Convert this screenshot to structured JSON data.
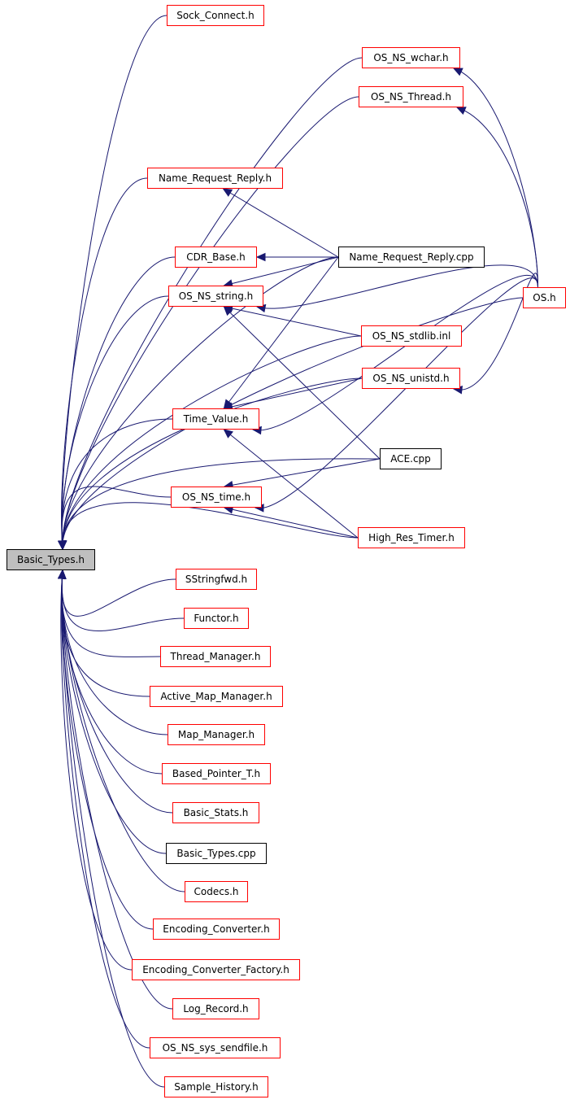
{
  "nodes": [
    {
      "id": "basic_types_h",
      "label": "Basic_Types.h",
      "style": "root"
    },
    {
      "id": "sock_connect_h",
      "label": "Sock_Connect.h",
      "style": "red"
    },
    {
      "id": "os_ns_wchar_h",
      "label": "OS_NS_wchar.h",
      "style": "red"
    },
    {
      "id": "os_ns_thread_h",
      "label": "OS_NS_Thread.h",
      "style": "red"
    },
    {
      "id": "name_request_reply_h",
      "label": "Name_Request_Reply.h",
      "style": "red"
    },
    {
      "id": "cdr_base_h",
      "label": "CDR_Base.h",
      "style": "red"
    },
    {
      "id": "name_request_reply_cpp",
      "label": "Name_Request_Reply.cpp",
      "style": "black"
    },
    {
      "id": "os_ns_string_h",
      "label": "OS_NS_string.h",
      "style": "red"
    },
    {
      "id": "os_h",
      "label": "OS.h",
      "style": "red"
    },
    {
      "id": "os_ns_stdlib_inl",
      "label": "OS_NS_stdlib.inl",
      "style": "red"
    },
    {
      "id": "os_ns_unistd_h",
      "label": "OS_NS_unistd.h",
      "style": "red"
    },
    {
      "id": "time_value_h",
      "label": "Time_Value.h",
      "style": "red"
    },
    {
      "id": "ace_cpp",
      "label": "ACE.cpp",
      "style": "black"
    },
    {
      "id": "os_ns_time_h",
      "label": "OS_NS_time.h",
      "style": "red"
    },
    {
      "id": "high_res_timer_h",
      "label": "High_Res_Timer.h",
      "style": "red"
    },
    {
      "id": "sstringfwd_h",
      "label": "SStringfwd.h",
      "style": "red"
    },
    {
      "id": "functor_h",
      "label": "Functor.h",
      "style": "red"
    },
    {
      "id": "thread_manager_h",
      "label": "Thread_Manager.h",
      "style": "red"
    },
    {
      "id": "active_map_manager_h",
      "label": "Active_Map_Manager.h",
      "style": "red"
    },
    {
      "id": "map_manager_h",
      "label": "Map_Manager.h",
      "style": "red"
    },
    {
      "id": "based_pointer_t_h",
      "label": "Based_Pointer_T.h",
      "style": "red"
    },
    {
      "id": "basic_stats_h",
      "label": "Basic_Stats.h",
      "style": "red"
    },
    {
      "id": "basic_types_cpp",
      "label": "Basic_Types.cpp",
      "style": "black"
    },
    {
      "id": "codecs_h",
      "label": "Codecs.h",
      "style": "red"
    },
    {
      "id": "encoding_converter_h",
      "label": "Encoding_Converter.h",
      "style": "red"
    },
    {
      "id": "encoding_converter_factory_h",
      "label": "Encoding_Converter_Factory.h",
      "style": "red"
    },
    {
      "id": "log_record_h",
      "label": "Log_Record.h",
      "style": "red"
    },
    {
      "id": "os_ns_sys_sendfile_h",
      "label": "OS_NS_sys_sendfile.h",
      "style": "red"
    },
    {
      "id": "sample_history_h",
      "label": "Sample_History.h",
      "style": "red"
    }
  ],
  "edges": [
    [
      "sock_connect_h",
      "basic_types_h"
    ],
    [
      "os_ns_wchar_h",
      "basic_types_h"
    ],
    [
      "os_ns_thread_h",
      "basic_types_h"
    ],
    [
      "os_h",
      "basic_types_h"
    ],
    [
      "name_request_reply_h",
      "basic_types_h"
    ],
    [
      "name_request_reply_cpp",
      "basic_types_h"
    ],
    [
      "cdr_base_h",
      "basic_types_h"
    ],
    [
      "os_ns_string_h",
      "basic_types_h"
    ],
    [
      "os_ns_stdlib_inl",
      "basic_types_h"
    ],
    [
      "os_ns_unistd_h",
      "basic_types_h"
    ],
    [
      "time_value_h",
      "basic_types_h"
    ],
    [
      "ace_cpp",
      "basic_types_h"
    ],
    [
      "os_ns_time_h",
      "basic_types_h"
    ],
    [
      "high_res_timer_h",
      "basic_types_h"
    ],
    [
      "sstringfwd_h",
      "basic_types_h"
    ],
    [
      "functor_h",
      "basic_types_h"
    ],
    [
      "thread_manager_h",
      "basic_types_h"
    ],
    [
      "active_map_manager_h",
      "basic_types_h"
    ],
    [
      "map_manager_h",
      "basic_types_h"
    ],
    [
      "based_pointer_t_h",
      "basic_types_h"
    ],
    [
      "basic_stats_h",
      "basic_types_h"
    ],
    [
      "basic_types_cpp",
      "basic_types_h"
    ],
    [
      "codecs_h",
      "basic_types_h"
    ],
    [
      "encoding_converter_h",
      "basic_types_h"
    ],
    [
      "encoding_converter_factory_h",
      "basic_types_h"
    ],
    [
      "log_record_h",
      "basic_types_h"
    ],
    [
      "os_ns_sys_sendfile_h",
      "basic_types_h"
    ],
    [
      "sample_history_h",
      "basic_types_h"
    ],
    [
      "os_h",
      "os_ns_wchar_h"
    ],
    [
      "os_h",
      "os_ns_thread_h"
    ],
    [
      "name_request_reply_cpp",
      "name_request_reply_h"
    ],
    [
      "name_request_reply_cpp",
      "cdr_base_h"
    ],
    [
      "name_request_reply_cpp",
      "os_ns_string_h"
    ],
    [
      "name_request_reply_cpp",
      "time_value_h"
    ],
    [
      "os_h",
      "os_ns_string_h"
    ],
    [
      "os_ns_stdlib_inl",
      "os_ns_string_h"
    ],
    [
      "ace_cpp",
      "os_ns_string_h"
    ],
    [
      "os_h",
      "os_ns_unistd_h"
    ],
    [
      "os_ns_unistd_h",
      "time_value_h"
    ],
    [
      "os_h",
      "time_value_h"
    ],
    [
      "high_res_timer_h",
      "time_value_h"
    ],
    [
      "ace_cpp",
      "os_ns_time_h"
    ],
    [
      "os_h",
      "os_ns_time_h"
    ],
    [
      "high_res_timer_h",
      "os_ns_time_h"
    ]
  ]
}
